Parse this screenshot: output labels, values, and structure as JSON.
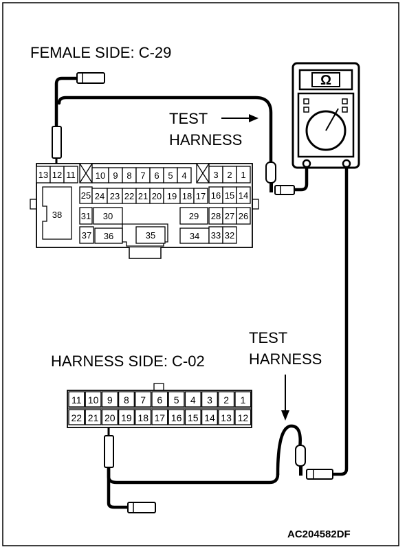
{
  "labels": {
    "female_side": "FEMALE SIDE: C-29",
    "harness_side": "HARNESS SIDE: C-02",
    "test_harness_top": [
      "TEST",
      "HARNESS"
    ],
    "test_harness_bottom": [
      "TEST",
      "HARNESS"
    ],
    "figure_code": "AC204582DF"
  },
  "meter": {
    "symbol": "Ω"
  },
  "connector_c29": {
    "top_left": [
      "13",
      "12",
      "11"
    ],
    "top_middle": [
      "10",
      "9",
      "8",
      "7",
      "6",
      "5",
      "4"
    ],
    "top_right": [
      "3",
      "2",
      "1"
    ],
    "row2_left": [
      "25"
    ],
    "row2_mid": [
      "24",
      "23",
      "22",
      "21",
      "20",
      "19",
      "18",
      "17"
    ],
    "row2_right": [
      "16",
      "15",
      "14"
    ],
    "row3_left": [
      "31",
      "30"
    ],
    "row3_right": [
      "29",
      "28",
      "27",
      "26"
    ],
    "row4": [
      "37",
      "36",
      "35",
      "34",
      "33",
      "32"
    ],
    "big_cavity": "38"
  },
  "connector_c02": {
    "top_row": [
      "11",
      "10",
      "9",
      "8",
      "7",
      "6",
      "5",
      "4",
      "3",
      "2",
      "1"
    ],
    "bottom_row": [
      "22",
      "21",
      "20",
      "19",
      "18",
      "17",
      "16",
      "15",
      "14",
      "13",
      "12"
    ]
  }
}
